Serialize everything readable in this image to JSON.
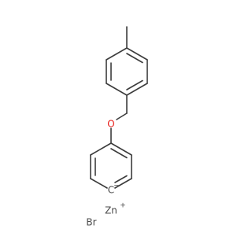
{
  "molecule": {
    "atoms": {
      "oxygen": "O",
      "carbanion": "C",
      "carbanion_charge": "−",
      "zinc": "Zn",
      "zinc_charge": "+",
      "bromine": "Br"
    },
    "colors": {
      "bond": "#3c3c3c",
      "label": "#4a4a4a",
      "oxygen": "#e8201c",
      "background": "#ffffff"
    }
  }
}
